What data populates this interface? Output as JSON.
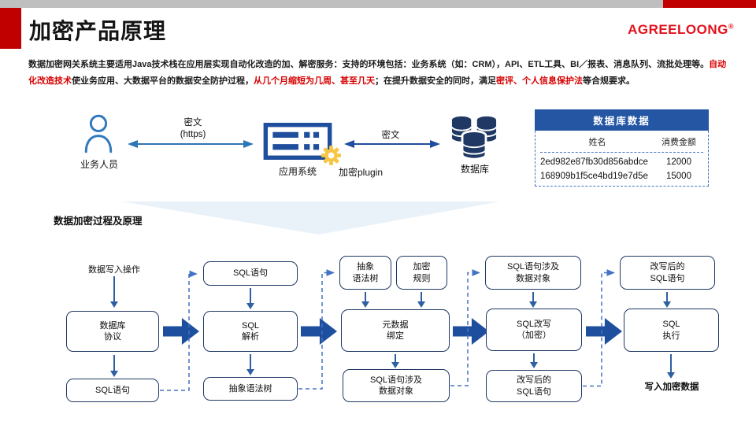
{
  "slide": {
    "title": "加密产品原理",
    "brand": "AGREELOONG",
    "brand_mark": "®"
  },
  "intro": {
    "s1": "数据加密网关系统主要适用Java技术栈在应用层实现自动化改造的加、解密服务：支持的环境包括：业务系统（如：CRM），API、ETL工具、BI／报表、消息队列、流批处理等。",
    "s2_red": "自动化改造技术",
    "s3": "使业务应用、大数据平台的数据安全防护过程，",
    "s4_red": "从几个月缩短为几周、甚至几天",
    "s5": "；在提升数据安全的同时，满足",
    "s6_red": "密评、个人信息保护法",
    "s7": "等合规要求。"
  },
  "pipeline": {
    "actor": "业务人员",
    "link1": "密文\n(https)",
    "app": "应用系统",
    "plugin": "加密plugin",
    "link2": "密文",
    "db": "数据库"
  },
  "db_table": {
    "title": "数据库数据",
    "columns": [
      "姓名",
      "消费金额"
    ],
    "rows": [
      [
        "2ed982e87fb30d856abdce",
        "12000"
      ],
      [
        "168909b1f5ce4bd19e7d5e",
        "15000"
      ]
    ]
  },
  "flow": {
    "section_title": "数据加密过程及原理",
    "col1": {
      "input_label": "数据写入操作",
      "main": "数据库\n协议",
      "output": "SQL语句"
    },
    "col2": {
      "input": "SQL语句",
      "main": "SQL\n解析",
      "output": "抽象语法树"
    },
    "col3": {
      "input_a": "抽象\n语法树",
      "input_b": "加密\n规则",
      "main": "元数据\n绑定",
      "output": "SQL语句涉及\n数据对象"
    },
    "col4": {
      "input": "SQL语句涉及\n数据对象",
      "main": "SQL改写\n（加密）",
      "output": "改写后的\nSQL语句"
    },
    "col5": {
      "input": "改写后的\nSQL语句",
      "main": "SQL\n执行",
      "result_label": "写入加密数据"
    }
  },
  "colors": {
    "accent_red": "#c00000",
    "brand_red": "#e3101c",
    "text_red": "#d70000",
    "navy": "#1f3864",
    "flow_blue": "#2e5fa3",
    "block_arrow_blue": "#1e4f9e",
    "dashed_blue": "#4472c4",
    "table_header_blue": "#2456a4",
    "gear_gold": "#f7c644",
    "funnel_blue": "#e9f1f9",
    "topbar_gray": "#bfbfbf"
  }
}
